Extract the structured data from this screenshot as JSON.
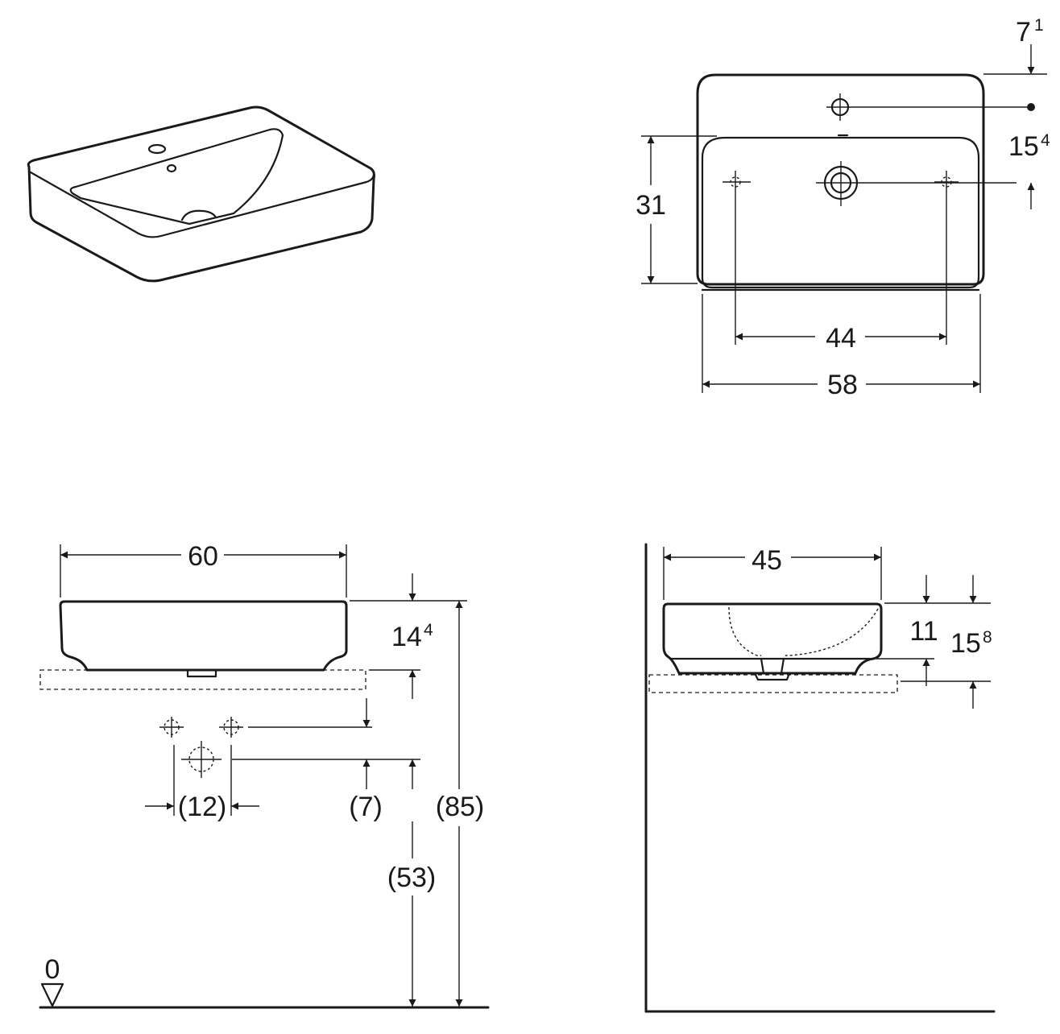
{
  "top_view": {
    "dim_width_basin": "44",
    "dim_width_total": "58",
    "dim_depth_bowl": "31",
    "dim_rim_main": "7",
    "dim_rim_sup": "1",
    "dim_tap_main": "15",
    "dim_tap_sup": "4"
  },
  "front_view": {
    "dim_width": "60",
    "dim_height_main": "14",
    "dim_height_sup": "4",
    "dim_pipe_spacing": "(12)",
    "dim_pipe_offset": "(7)",
    "dim_waste_height": "(53)",
    "dim_total_height": "(85)",
    "floor_level": "0"
  },
  "side_view": {
    "dim_depth": "45",
    "dim_inner": "11",
    "dim_total_main": "15",
    "dim_total_sup": "8"
  }
}
